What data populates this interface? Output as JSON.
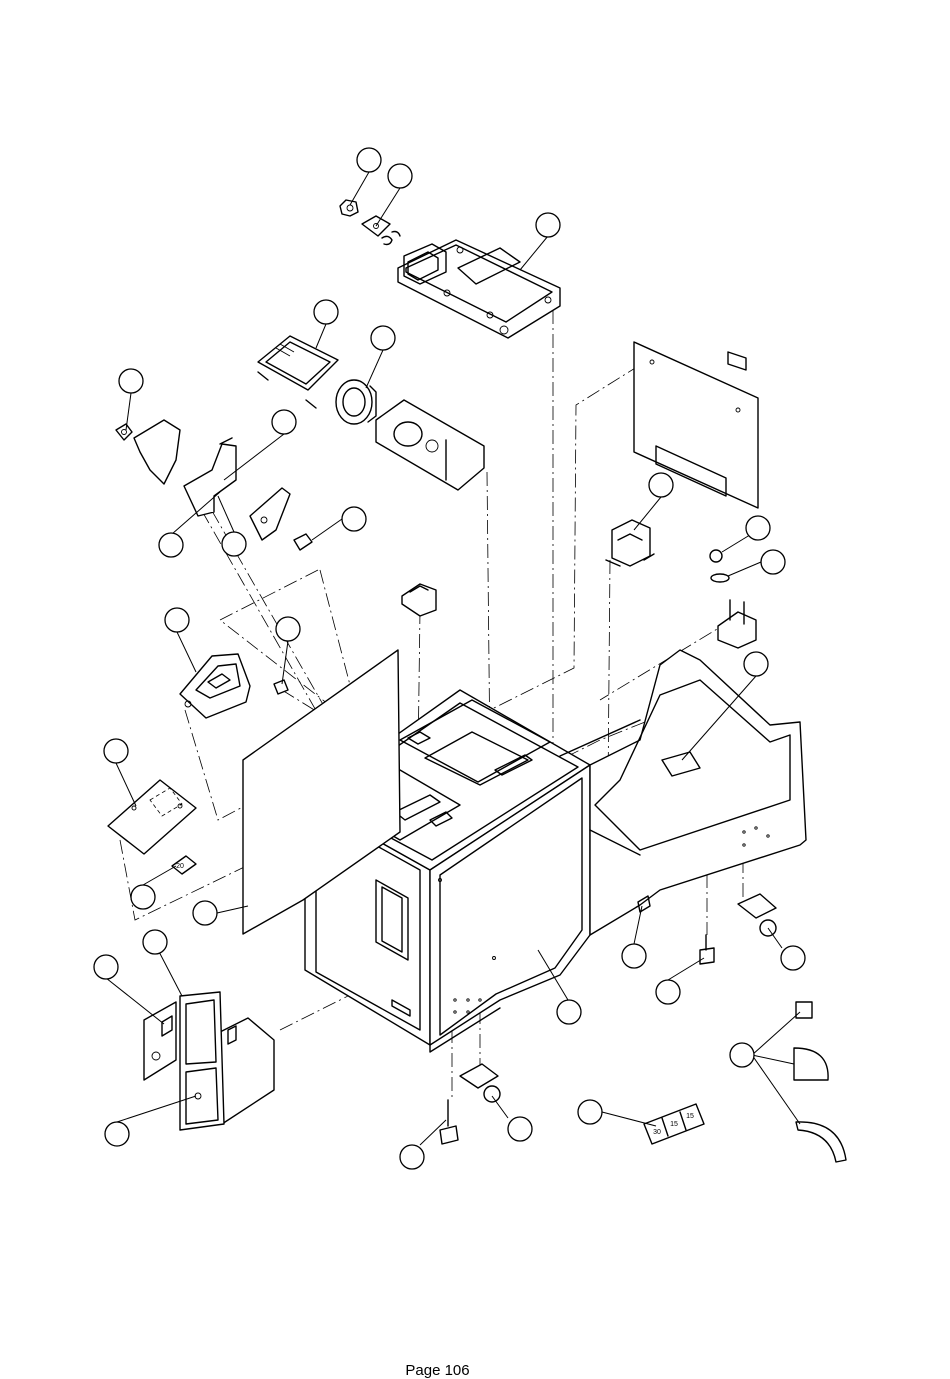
{
  "footer": {
    "page_label": "Page 106"
  },
  "labels": {
    "small_plate": "20",
    "tag_a": "15",
    "tag_b": "15",
    "tag_c": "30"
  }
}
